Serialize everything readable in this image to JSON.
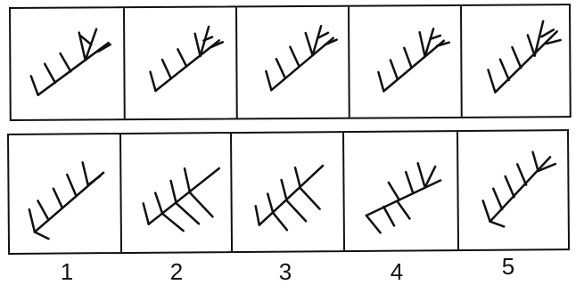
{
  "problem_figures": [
    {
      "id": "problem-figure-1"
    },
    {
      "id": "problem-figure-2"
    },
    {
      "id": "problem-figure-3"
    },
    {
      "id": "problem-figure-4"
    },
    {
      "id": "problem-figure-5"
    }
  ],
  "answer_figures": [
    {
      "label": "1"
    },
    {
      "label": "2"
    },
    {
      "label": "3"
    },
    {
      "label": "4"
    },
    {
      "label": "5"
    }
  ]
}
